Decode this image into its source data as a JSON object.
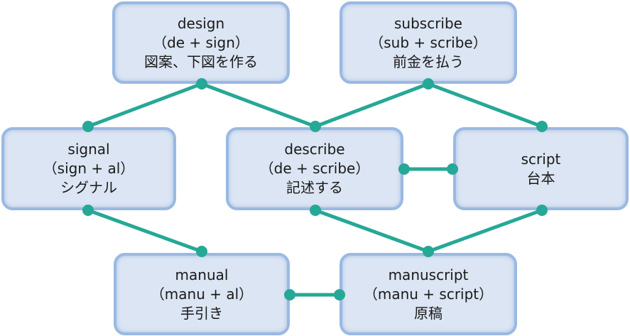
{
  "diagram": {
    "title": "",
    "edge_color": "#26a896",
    "node_fill": "#dbe5f3",
    "node_border": "#9ab9e2",
    "nodes": [
      {
        "id": "design",
        "word": "design",
        "parts": "（de + sign）",
        "meaning": "図案、下図を作る"
      },
      {
        "id": "subscribe",
        "word": "subscribe",
        "parts": "（sub + scribe）",
        "meaning": "前金を払う"
      },
      {
        "id": "signal",
        "word": "signal",
        "parts": "（sign + al）",
        "meaning": "シグナル"
      },
      {
        "id": "describe",
        "word": "describe",
        "parts": "（de + scribe）",
        "meaning": "記述する"
      },
      {
        "id": "script",
        "word": "script",
        "parts": "",
        "meaning": "台本"
      },
      {
        "id": "manual",
        "word": "manual",
        "parts": "（manu + al）",
        "meaning": "手引き"
      },
      {
        "id": "manuscript",
        "word": "manuscript",
        "parts": "（manu + script）",
        "meaning": "原稿"
      }
    ],
    "edges": [
      {
        "from": "design",
        "to": "signal"
      },
      {
        "from": "design",
        "to": "describe"
      },
      {
        "from": "subscribe",
        "to": "describe"
      },
      {
        "from": "subscribe",
        "to": "script"
      },
      {
        "from": "describe",
        "to": "script"
      },
      {
        "from": "signal",
        "to": "manual"
      },
      {
        "from": "describe",
        "to": "manuscript"
      },
      {
        "from": "script",
        "to": "manuscript"
      },
      {
        "from": "manual",
        "to": "manuscript"
      }
    ]
  }
}
